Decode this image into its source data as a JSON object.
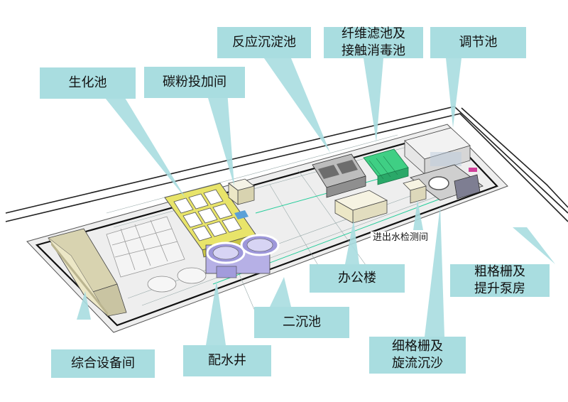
{
  "labels": {
    "biochem_tank": "生化池",
    "carbon_dosing": "碳粉投加间",
    "reaction_settling": "反应沉淀池",
    "fiber_filter": "纤维滤池及\n接触消毒池",
    "regulating_tank": "调节池",
    "water_testing": "进出水检测间",
    "coarse_screen": "粗格栅及\n提升泵房",
    "office": "办公楼",
    "secondary_clarifier": "二沉池",
    "fine_screen": "细格栅及\n旋流沉沙",
    "equipment_room": "综合设备间",
    "distribution_well": "配水井"
  },
  "colors": {
    "callout": "#a9dde0",
    "site_ground": "#eeeeee",
    "building_cream": "#ece7c6",
    "tank_yellow": "#e8e46a",
    "tank_purple": "#b6b0e6",
    "filter_green": "#3fcf84",
    "road": "#ffffff"
  }
}
